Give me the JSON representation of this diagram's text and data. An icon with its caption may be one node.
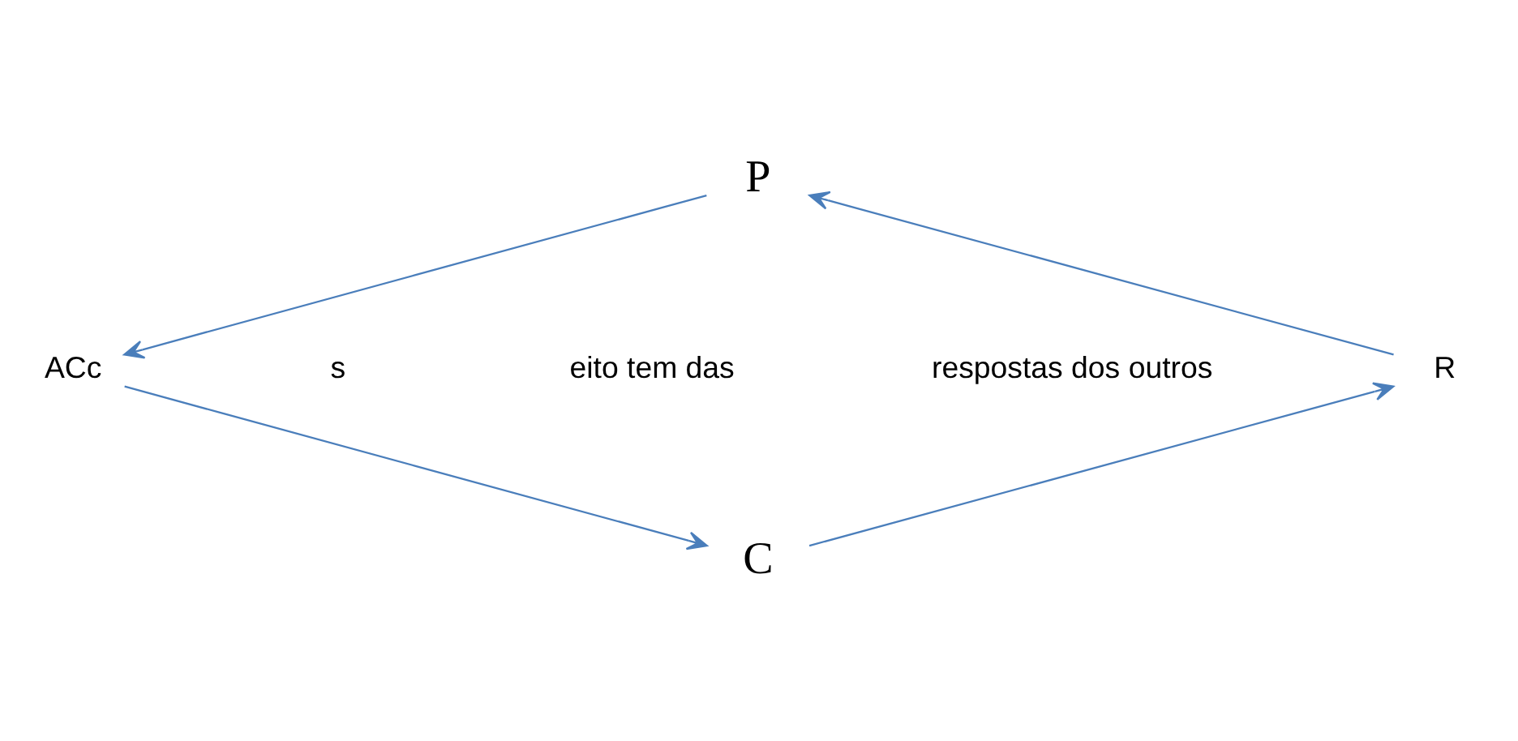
{
  "diagram": {
    "nodes": [
      {
        "text": [
          "P"
        ]
      },
      {
        "text": [
          "ACc"
        ]
      },
      {
        "text": [
          "C"
        ]
      },
      {
        "text": [
          "R"
        ]
      }
    ],
    "edges": [
      {
        "from": 3,
        "to": 0,
        "arrow": "to"
      },
      {
        "from": 0,
        "to": 1,
        "arrow": "to"
      },
      {
        "from": 1,
        "to": 2,
        "arrow": "to"
      },
      {
        "from": 2,
        "to": 3,
        "arrow": "to"
      }
    ],
    "labels": [
      "s",
      "eito tem das",
      "respostas dos outros"
    ]
  }
}
